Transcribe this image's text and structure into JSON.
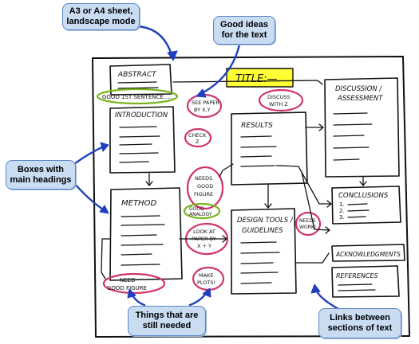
{
  "callouts": {
    "sheet": "A3 or A4 sheet,\nlandscape mode",
    "ideas": "Good ideas\nfor the text",
    "boxes": "Boxes with\nmain headings",
    "needed": "Things that are\nstill needed",
    "links": "Links between\nsections of text"
  },
  "sketch": {
    "title": "TITLE:—",
    "sections": {
      "abstract": "ABSTRACT",
      "introduction": "INTRODUCTION",
      "method": "METHOD",
      "results": "RESULTS",
      "design_tools_line1": "DESIGN TOOLS /",
      "design_tools_line2": "GUIDELINES",
      "discussion_line1": "DISCUSSION /",
      "discussion_line2": "ASSESSMENT",
      "conclusions": "CONCLUSIONS",
      "conclusion_items": [
        "1.",
        "2.",
        "3."
      ],
      "acknowledgments": "ACKNOWLEDGMENTS",
      "references": "REFERENCES"
    },
    "notes": {
      "good_sentence": "GOOD 1ST SENTENCE.....",
      "see_paper_line1": "SEE PAPER",
      "see_paper_line2": "BY X,Y",
      "check_z_line1": "CHECK",
      "check_z_line2": "Z",
      "discuss_line1": "DISCUSS",
      "discuss_line2": "WITH Z",
      "needs_figure_line1": "NEEDS",
      "needs_figure_line2": "GOOD",
      "needs_figure_line3": "FIGURE",
      "good_analogy_line1": "GOOD",
      "good_analogy_line2": "ANALOGY",
      "look_paper_line1": "LOOK AT",
      "look_paper_line2": "PAPER BY",
      "look_paper_line3": "X + Y",
      "make_plots_line1": "MAKE",
      "make_plots_line2": "PLOTS!",
      "needs_work_line1": "NEEDS",
      "needs_work_line2": "WORK!",
      "need_good_figure_line1": "NEED",
      "need_good_figure_line2": "GOOD FIGURE"
    }
  },
  "colors": {
    "callout_fill": "#c9dcf2",
    "callout_border": "#5b87c4",
    "arrow": "#1f3fbf",
    "note_ring": "#d2336e",
    "green_ring": "#7ab51d",
    "title_highlight": "#ffff33",
    "ink": "#111111"
  }
}
